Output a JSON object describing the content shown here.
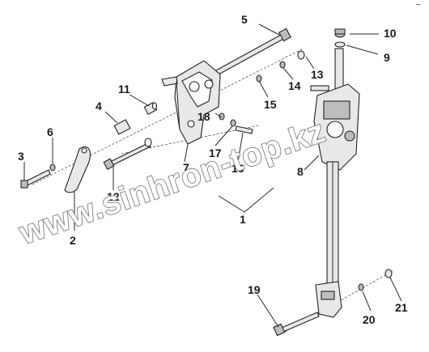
{
  "corner_mark": "~",
  "watermark": "www.sinhron-top.kz",
  "callouts": {
    "n1": "1",
    "n2": "2",
    "n3": "3",
    "n4": "4",
    "n5": "5",
    "n6": "6",
    "n7": "7",
    "n8": "8",
    "n9": "9",
    "n10": "10",
    "n11": "11",
    "n12": "12",
    "n13": "13",
    "n14": "14",
    "n15": "15",
    "n16": "16",
    "n17": "17",
    "n18": "18",
    "n19": "19",
    "n20": "20",
    "n21": "21"
  },
  "colors": {
    "line": "#2a2a2a",
    "part_fill": "#e8e8e8",
    "watermark_outline": "#6f6f6f"
  }
}
